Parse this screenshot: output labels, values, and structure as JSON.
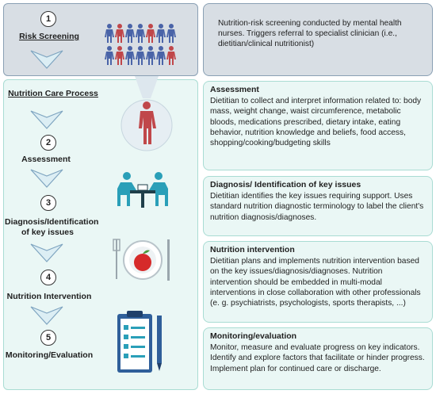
{
  "steps": [
    {
      "num": "1",
      "label": "Risk Screening"
    },
    {
      "num": "2",
      "label": "Assessment"
    },
    {
      "num": "3",
      "label": "Diagnosis/Identification of key issues"
    },
    {
      "num": "4",
      "label": "Nutrition Intervention"
    },
    {
      "num": "5",
      "label": "Monitoring/Evaluation"
    }
  ],
  "process_heading": "Nutrition Care Process",
  "screening_text": "Nutrition-risk screening conducted by mental health nurses. Triggers referral to specialist clinician (i.e., dietitian/clinical nutritionist)",
  "boxes": [
    {
      "title": "Assessment",
      "text": "Dietitian to collect and interpret information related to: body mass, weight change, waist circumference, metabolic bloods, medications prescribed, dietary intake, eating behavior, nutrition knowledge and beliefs, food access, shopping/cooking/budgeting skills"
    },
    {
      "title": "Diagnosis/ Identification of key issues",
      "text": "Dietitian identifies the key issues requiring support. Uses standard nutrition diagnostic terminology to label the client's nutrition diagnosis/diagnoses."
    },
    {
      "title": "Nutrition intervention",
      "text": "Dietitian plans and implements nutrition intervention based on the key issues/diagnosis/diagnoses. Nutrition intervention  should be embedded in multi-modal interventions in close collaboration with other professionals (e. g. psychiatrists, psychologists, sports therapists, ...)"
    },
    {
      "title": "Monitoring/evaluation",
      "text": "Monitor, measure and evaluate progress on key indicators. Identify and explore factors that facilitate or hinder progress. Implement plan for continued care or discharge."
    }
  ],
  "colors": {
    "blue_person": "#4a64a8",
    "red_person": "#c0474a",
    "teal": "#2a9fb8",
    "apple": "#d62a2a"
  },
  "icons": [
    "people-group-icon",
    "human-body-icon",
    "consultation-icon",
    "apple-plate-icon",
    "checklist-icon"
  ]
}
